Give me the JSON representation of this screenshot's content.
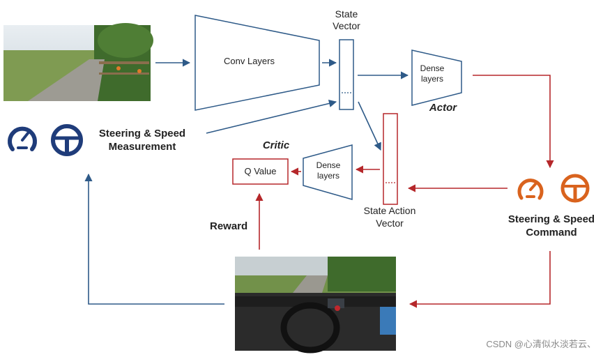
{
  "labels": {
    "state_vector": "State\nVector",
    "conv_layers": "Conv Layers",
    "actor_dense": "Dense\nlayers",
    "actor": "Actor",
    "steering_measurement": "Steering & Speed\nMeasurement",
    "critic": "Critic",
    "q_value": "Q Value",
    "critic_dense": "Dense\nlayers",
    "state_action_vector": "State Action\nVector",
    "steering_command": "Steering & Speed\nCommand",
    "reward": "Reward"
  },
  "watermark": "CSDN @心清似水淡若云、",
  "colors": {
    "blue": "#2e5a88",
    "red": "#b5272a",
    "orange": "#d9631e",
    "navy": "#1f3c7a"
  },
  "icons": [
    "speedometer-icon",
    "steering-wheel-icon"
  ]
}
